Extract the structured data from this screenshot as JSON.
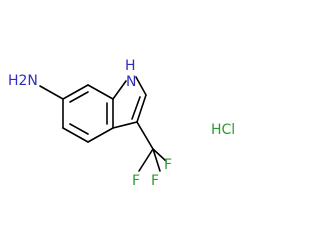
{
  "molecule": {
    "atoms": {
      "amine": "H2N",
      "ring_nh": "H",
      "ring_n": "N",
      "fluorine": "F",
      "salt": "HCl"
    },
    "label_colors": {
      "nitrogen": "#2f2fbf",
      "fluorine": "#2f9b2f",
      "salt": "#2f9b2f",
      "bonds": "#000000"
    }
  }
}
